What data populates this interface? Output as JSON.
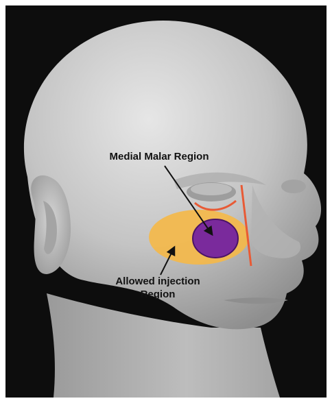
{
  "labels": {
    "medial_malar": "Medial Malar Region",
    "allowed_line1": "Allowed injection",
    "allowed_line2": "Region"
  },
  "colors": {
    "background": "#0d0d0d",
    "allowed_region": "#f4b84a",
    "medial_malar_region": "#7a2a9c",
    "medial_malar_outline": "#4a1366",
    "marker_lines": "#e85a35",
    "skin": "#c9c9c9"
  }
}
